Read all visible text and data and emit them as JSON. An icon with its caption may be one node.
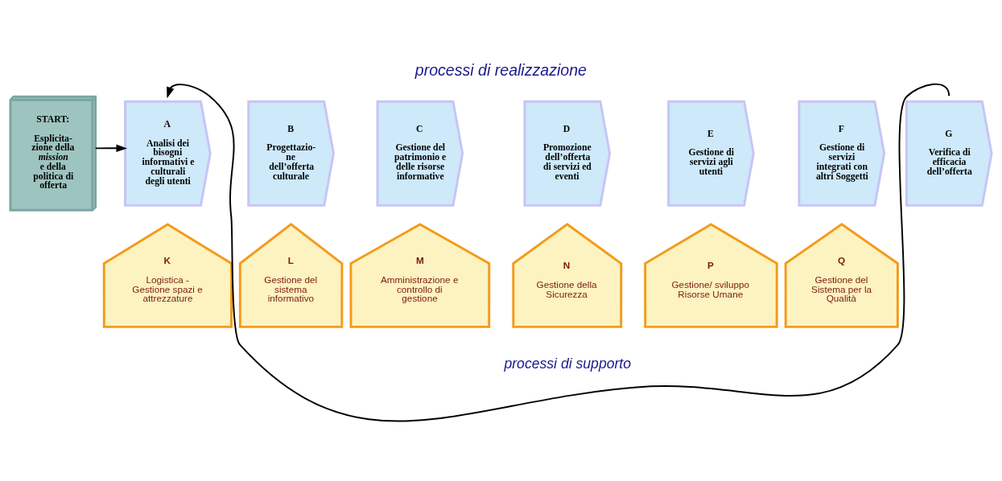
{
  "diagram": {
    "title": "processi di realizzazione",
    "nodes": [
      {
        "text": [
          "START:",
          "Esplicita- zione della *mission* e della politica di offerta"
        ]
      },
      {
        "text": [
          "A",
          "Analisi dei bisogni informativi e culturali degli utenti"
        ]
      },
      {
        "text": [
          "B",
          "Progettazio- ne dell’offerta culturale"
        ]
      },
      {
        "text": [
          "C",
          "Gestione del patrimonio e delle risorse informative"
        ]
      },
      {
        "text": [
          "D",
          "Promozione dell’offerta di servizi ed eventi"
        ]
      },
      {
        "text": [
          "E",
          "Gestione di servizi agli utenti"
        ]
      },
      {
        "text": [
          "F",
          "Gestione di servizi integrati con altri Soggetti"
        ]
      },
      {
        "text": [
          "G",
          "Verifica di efficacia dell’offerta"
        ]
      },
      {
        "text": [
          "K",
          "Logistica - Gestione spazi e attrezzature"
        ]
      },
      {
        "text": [
          "L",
          "Gestione del sistema informativo"
        ]
      },
      {
        "text": [
          "M",
          "Amministrazione e controllo di gestione"
        ]
      },
      {
        "text": [
          "N",
          "Gestione della Sicurezza"
        ]
      },
      {
        "text": [
          "P",
          "Gestione/ sviluppo Risorse Umane"
        ]
      },
      {
        "text": [
          "Q",
          "Gestione del Sistema per la Qualità"
        ]
      }
    ],
    "edges": [
      {
        "from": 0,
        "to": 1,
        "arrow": "to"
      },
      {
        "from": 7,
        "to": 1,
        "arrow": "to"
      }
    ],
    "labels": [
      "processi di supporto"
    ]
  }
}
